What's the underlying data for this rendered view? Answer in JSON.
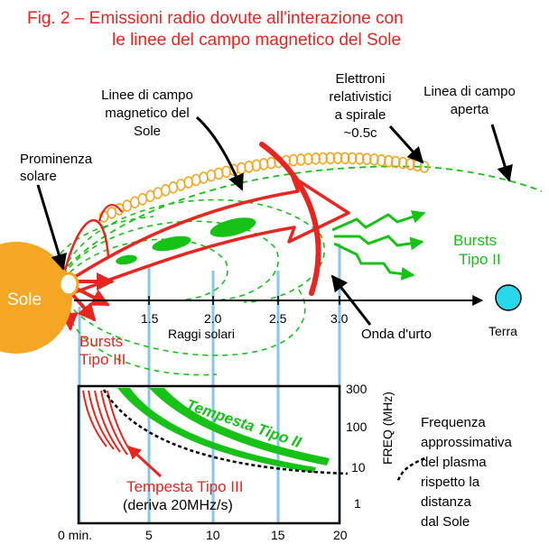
{
  "title": {
    "line1": "Fig. 2  –  Emissioni radio dovute all'interazione con",
    "line2": "le linee del campo magnetico del Sole"
  },
  "labels": {
    "sun": "Sole",
    "prominence": [
      "Prominenza",
      "solare"
    ],
    "field_lines": [
      "Linee di campo",
      "magnetico del",
      "Sole"
    ],
    "electrons": [
      "Elettroni",
      "relativistici",
      "a spirale",
      "~0.5c"
    ],
    "open_line": [
      "Linea di campo",
      "aperta"
    ],
    "bursts2": [
      "Bursts",
      "Tipo II"
    ],
    "bursts3": [
      "Bursts",
      "Tipo III"
    ],
    "shock": "Onda d'urto",
    "earth": "Terra",
    "storm2": "Tempesta Tipo II",
    "storm3": "Tempesta Tipo III",
    "drift": "(deriva 20MHz/s)",
    "plasma_freq": [
      "Frequenza",
      "approssimativa",
      "del plasma",
      "rispetto la",
      "distanza",
      "dal Sole"
    ]
  },
  "axes": {
    "radius": {
      "label": "Raggi solari",
      "ticks": [
        "1.5",
        "2.0",
        "2.5",
        "3.0"
      ]
    },
    "freq": {
      "label": "FREQ (MHz)",
      "ticks": [
        "300",
        "100",
        "10",
        "1"
      ]
    },
    "time": {
      "ticks": [
        "0 min.",
        "5",
        "10",
        "15",
        "20"
      ]
    }
  },
  "colors": {
    "red": "#e8251f",
    "green": "#17c217",
    "orange": "#f5a623",
    "cyan": "#29d8e8",
    "blue_line": "#8ac6ea"
  }
}
